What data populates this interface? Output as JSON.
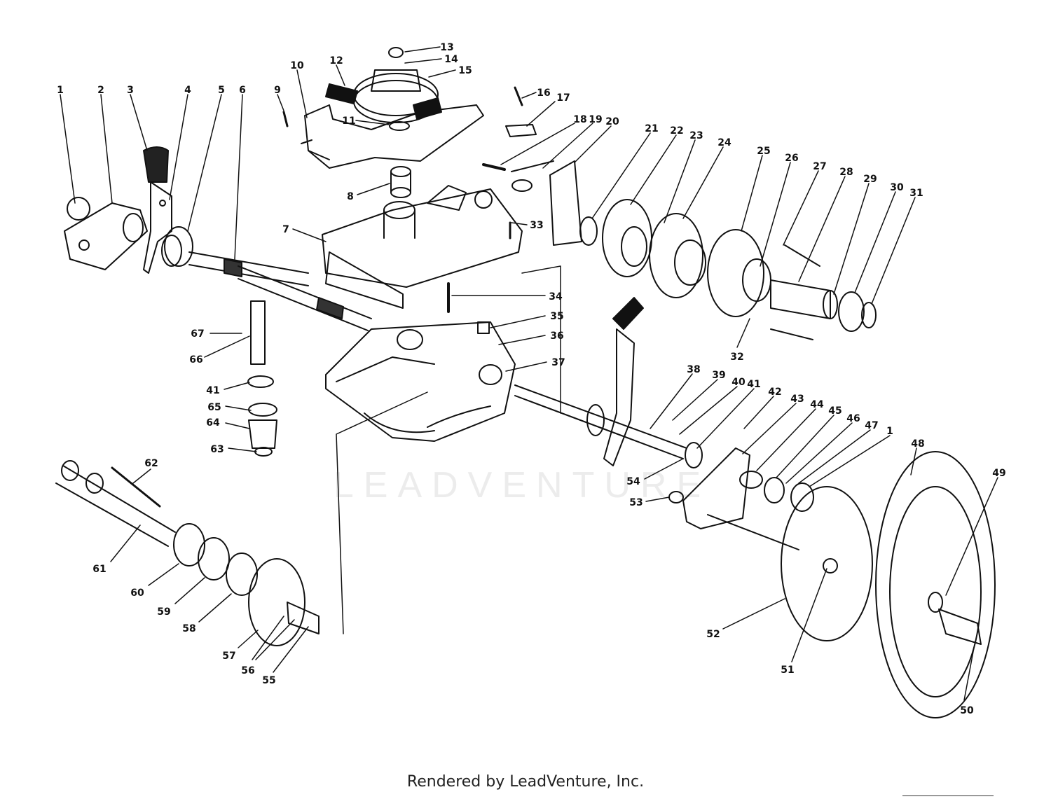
{
  "diagram": {
    "footer_text": "Rendered by LeadVenture, Inc.",
    "watermark": "LEADVENTURE",
    "callouts": [
      {
        "label": "1"
      },
      {
        "label": "2"
      },
      {
        "label": "3"
      },
      {
        "label": "4"
      },
      {
        "label": "5"
      },
      {
        "label": "6"
      },
      {
        "label": "7"
      },
      {
        "label": "8"
      },
      {
        "label": "9"
      },
      {
        "label": "10"
      },
      {
        "label": "11"
      },
      {
        "label": "12"
      },
      {
        "label": "13"
      },
      {
        "label": "14"
      },
      {
        "label": "15"
      },
      {
        "label": "16"
      },
      {
        "label": "17"
      },
      {
        "label": "18"
      },
      {
        "label": "19"
      },
      {
        "label": "20"
      },
      {
        "label": "21"
      },
      {
        "label": "22"
      },
      {
        "label": "23"
      },
      {
        "label": "24"
      },
      {
        "label": "25"
      },
      {
        "label": "26"
      },
      {
        "label": "27"
      },
      {
        "label": "28"
      },
      {
        "label": "29"
      },
      {
        "label": "30"
      },
      {
        "label": "31"
      },
      {
        "label": "32"
      },
      {
        "label": "33"
      },
      {
        "label": "34"
      },
      {
        "label": "35"
      },
      {
        "label": "36"
      },
      {
        "label": "37"
      },
      {
        "label": "38"
      },
      {
        "label": "39"
      },
      {
        "label": "40"
      },
      {
        "label": "41"
      },
      {
        "label": "42"
      },
      {
        "label": "43"
      },
      {
        "label": "44"
      },
      {
        "label": "45"
      },
      {
        "label": "46"
      },
      {
        "label": "47"
      },
      {
        "label": "1"
      },
      {
        "label": "48"
      },
      {
        "label": "49"
      },
      {
        "label": "50"
      },
      {
        "label": "51"
      },
      {
        "label": "52"
      },
      {
        "label": "53"
      },
      {
        "label": "54"
      },
      {
        "label": "55"
      },
      {
        "label": "56"
      },
      {
        "label": "57"
      },
      {
        "label": "58"
      },
      {
        "label": "59"
      },
      {
        "label": "60"
      },
      {
        "label": "61"
      },
      {
        "label": "62"
      },
      {
        "label": "63"
      },
      {
        "label": "64"
      },
      {
        "label": "41"
      },
      {
        "label": "65"
      },
      {
        "label": "66"
      },
      {
        "label": "67"
      }
    ]
  }
}
